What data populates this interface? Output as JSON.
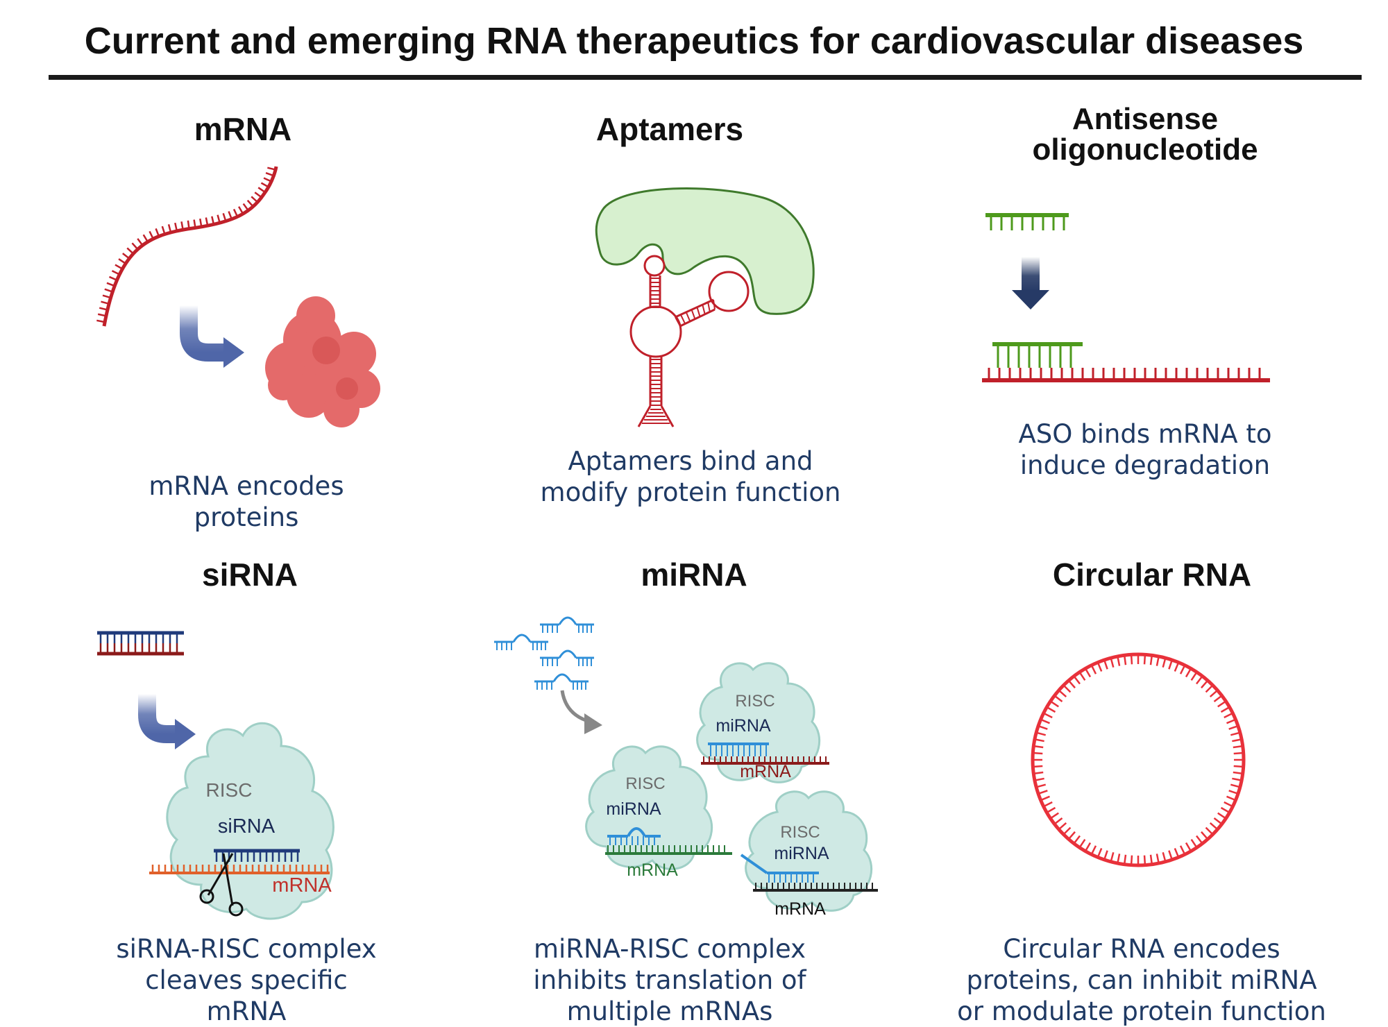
{
  "title": "Current and emerging RNA therapeutics for cardiovascular diseases",
  "panels": {
    "mrna": {
      "heading": "mRNA",
      "description": "mRNA encodes proteins"
    },
    "aptamers": {
      "heading": "Aptamers",
      "description": "Aptamers bind and modify protein function"
    },
    "aso": {
      "heading": "Antisense oligonucleotide",
      "description": "ASO binds mRNA to induce degradation"
    },
    "sirna": {
      "heading": "siRNA",
      "description": "siRNA-RISC complex cleaves specific mRNA",
      "labels": {
        "risc": "RISC",
        "sirna": "siRNA",
        "mrna": "mRNA"
      }
    },
    "mirna": {
      "heading": "miRNA",
      "description": "miRNA-RISC complex inhibits translation of multiple mRNAs",
      "labels": {
        "risc": "RISC",
        "mirna": "miRNA",
        "mrna": "mRNA"
      }
    },
    "circular": {
      "heading": "Circular RNA",
      "description": "Circular RNA encodes proteins, can inhibit miRNA or modulate protein function"
    }
  },
  "colors": {
    "rna_red": "#c0202a",
    "aso_green": "#4e9a1c",
    "arrow_blue": "#4f66a8",
    "arrow_navy": "#263a66",
    "protein_pink": "#e46a6a",
    "risc_teal": "#cfe9e4",
    "mirna_blue": "#2f8fd8",
    "text_navy": "#1f3a64",
    "circle_red": "#e8313a"
  }
}
